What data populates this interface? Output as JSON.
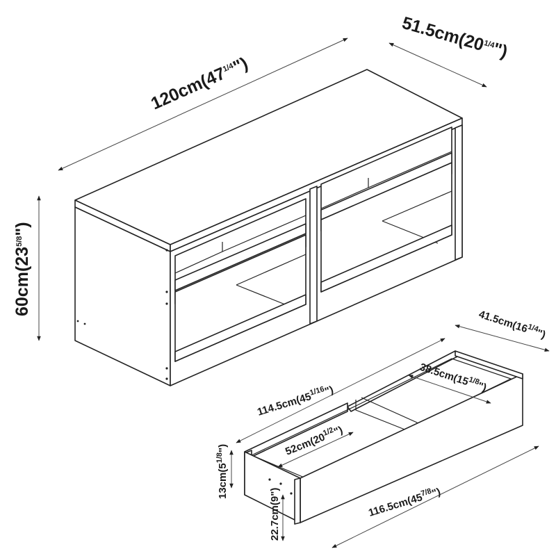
{
  "dimensions": {
    "width": {
      "main": "120cm(47",
      "fraction": "1/4",
      "close": "\")"
    },
    "depth": {
      "main": "51.5cm(20",
      "fraction": "1/4",
      "close": "\")"
    },
    "height": {
      "main": "60cm(23",
      "fraction": "5/8",
      "close": "\")"
    },
    "drawer_width": {
      "main": "114.5cm(45",
      "fraction": "1/16",
      "close": "\")"
    },
    "drawer_depth": {
      "main": "41.5cm(16",
      "fraction": "1/4",
      "close": "\")"
    },
    "drawer_compartment": {
      "main": "38.5cm(15",
      "fraction": "1/8",
      "close": "\")"
    },
    "drawer_inner": {
      "main": "52cm(20",
      "fraction": "1/2",
      "close": "\")"
    },
    "drawer_height": {
      "main": "13cm(5",
      "fraction": "1/8",
      "close": "\")"
    },
    "drawer_front_width": {
      "main": "116.5cm(45",
      "fraction": "7/8",
      "close": "\")"
    },
    "drawer_front_height": {
      "main": "22.7cm(9",
      "fraction": "",
      "close": "\")"
    }
  }
}
